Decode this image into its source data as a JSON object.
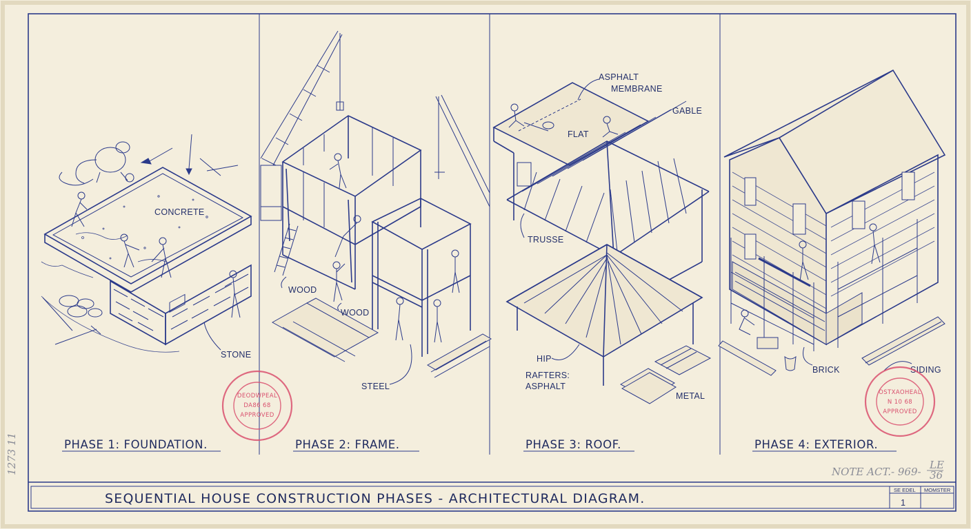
{
  "title": "SEQUENTIAL HOUSE CONSTRUCTION PHASES - ARCHITECTURAL DIAGRAM.",
  "title_block": {
    "col1_label": "SE EDEL",
    "col1_value": "1",
    "col2_label": "MOMSTER"
  },
  "note": {
    "main": "NOTE ACT.- 969-",
    "fraction_top": "LE",
    "fraction_bottom": "36"
  },
  "margin_mark": "1273 11",
  "phases": [
    {
      "title": "PHASE 1: FOUNDATION.",
      "labels": [
        "CONCRETE",
        "STONE"
      ]
    },
    {
      "title": "PHASE 2: FRAME.",
      "labels": [
        "WOOD",
        "WOOD",
        "STEEL"
      ]
    },
    {
      "title": "PHASE 3: ROOF.",
      "labels": [
        "ASPHALT",
        "MEMBRANE",
        "GABLE",
        "FLAT",
        "TRUSSE",
        "HIP",
        "RAFTERS:",
        "ASPHALT",
        "METAL"
      ]
    },
    {
      "title": "PHASE 4: EXTERIOR.",
      "labels": [
        "BRICK",
        "SIDING"
      ]
    }
  ],
  "stamps": [
    {
      "line1": "DEODWPEAL",
      "line2": "DA86 68",
      "line3": "APPROVED"
    },
    {
      "line1": "OSTXAOHEAL",
      "line2": "N 10 68",
      "line3": "APPROVED"
    }
  ],
  "colors": {
    "paper": "#f4eedd",
    "ink": "#2b3a8a",
    "stamp": "#d9506e",
    "pencil": "#8a8c96"
  }
}
